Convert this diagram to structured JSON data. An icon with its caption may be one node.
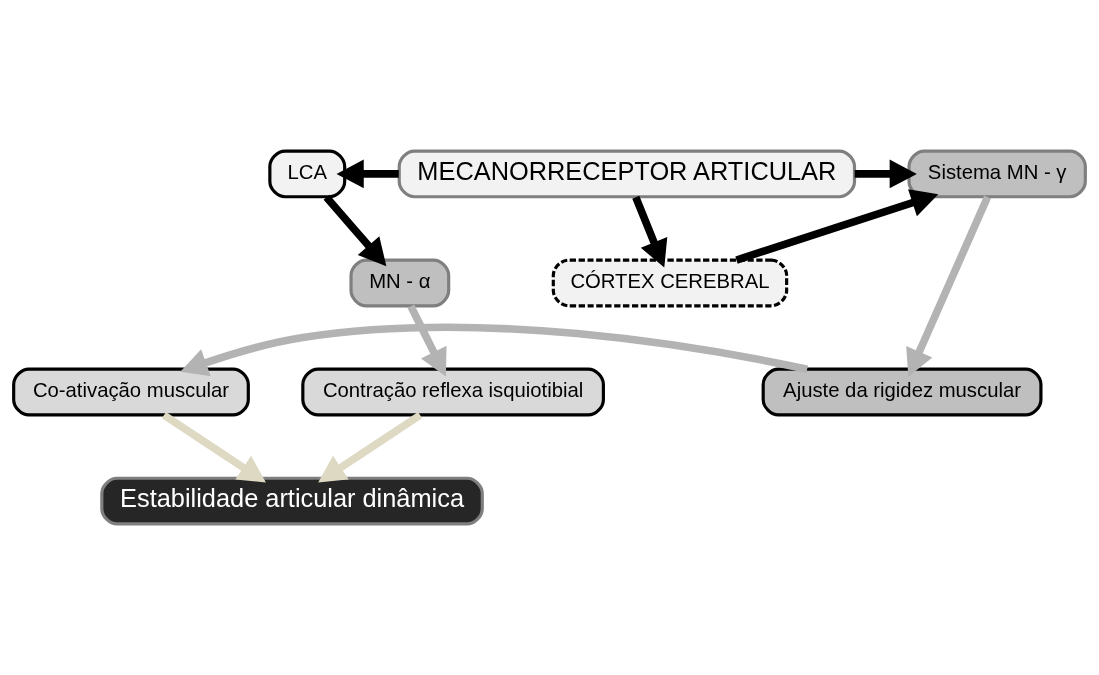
{
  "diagram": {
    "nodes": [
      {
        "text": [
          "MECANORRECEPTOR ARTICULAR"
        ]
      },
      {
        "text": [
          "LCA"
        ]
      },
      {
        "text": [
          "Sistema MN - γ"
        ]
      },
      {
        "text": [
          "MN - α"
        ]
      },
      {
        "text": [
          "CÓRTEX CEREBRAL"
        ]
      },
      {
        "text": [
          "Ajuste da rigidez muscular"
        ]
      },
      {
        "text": [
          "Contração reflexa isquiotibial"
        ]
      },
      {
        "text": [
          "Co-ativação muscular"
        ]
      },
      {
        "text": [
          "Estabilidade articular dinâmica"
        ]
      }
    ],
    "edges": [
      {
        "from": 0,
        "to": 1,
        "arrow": "to"
      },
      {
        "from": 0,
        "to": 2,
        "arrow": "to"
      },
      {
        "from": 0,
        "to": 4,
        "arrow": "to"
      },
      {
        "from": 4,
        "to": 2,
        "arrow": "to"
      },
      {
        "from": 1,
        "to": 3,
        "arrow": "to"
      },
      {
        "from": 3,
        "to": 6,
        "arrow": "to",
        "color": "#b3b3b3"
      },
      {
        "from": 2,
        "to": 5,
        "arrow": "to",
        "color": "#b3b3b3"
      },
      {
        "from": 5,
        "to": 7,
        "arrow": "to",
        "color": "#b3b3b3"
      },
      {
        "from": 6,
        "to": 8,
        "arrow": "to",
        "color": "#ddd9c3"
      },
      {
        "from": 7,
        "to": 8,
        "arrow": "to",
        "color": "#ddd9c3"
      }
    ]
  }
}
